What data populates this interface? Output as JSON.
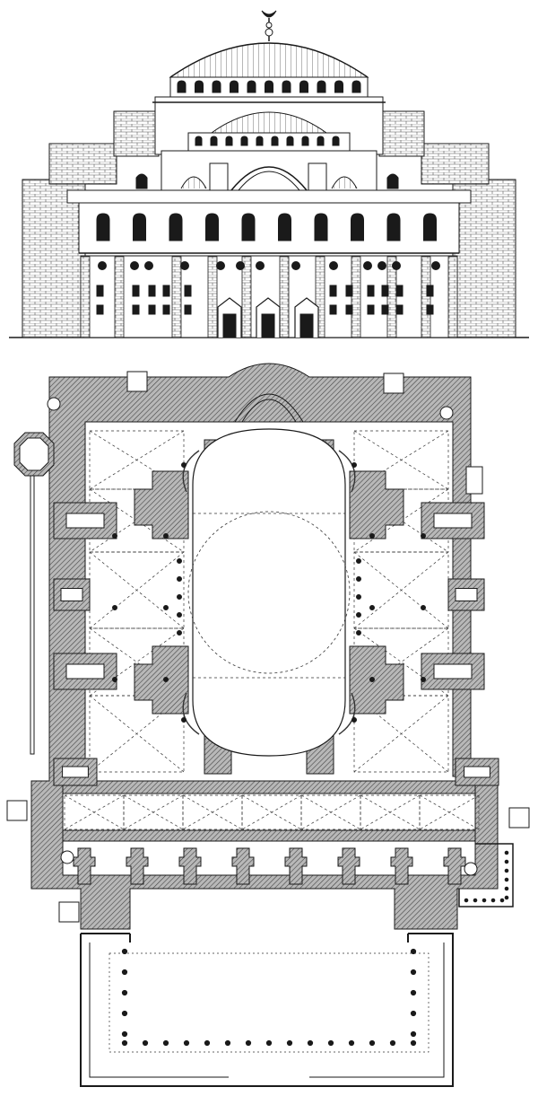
{
  "drawing": {
    "ink": "#1a1a1a",
    "paper": "#ffffff",
    "wall_fill": "#9a9a9a",
    "elevation": {
      "view": "elevation",
      "finial": "crescent-finial",
      "main_dome_ribbed": true,
      "upper_arched_windows": 10,
      "portal_doors": 3
    },
    "plan": {
      "view": "plan",
      "central_nave": "oval",
      "aisle_vaults": "cross-vaults",
      "forecourt_columns_shown": true
    }
  }
}
